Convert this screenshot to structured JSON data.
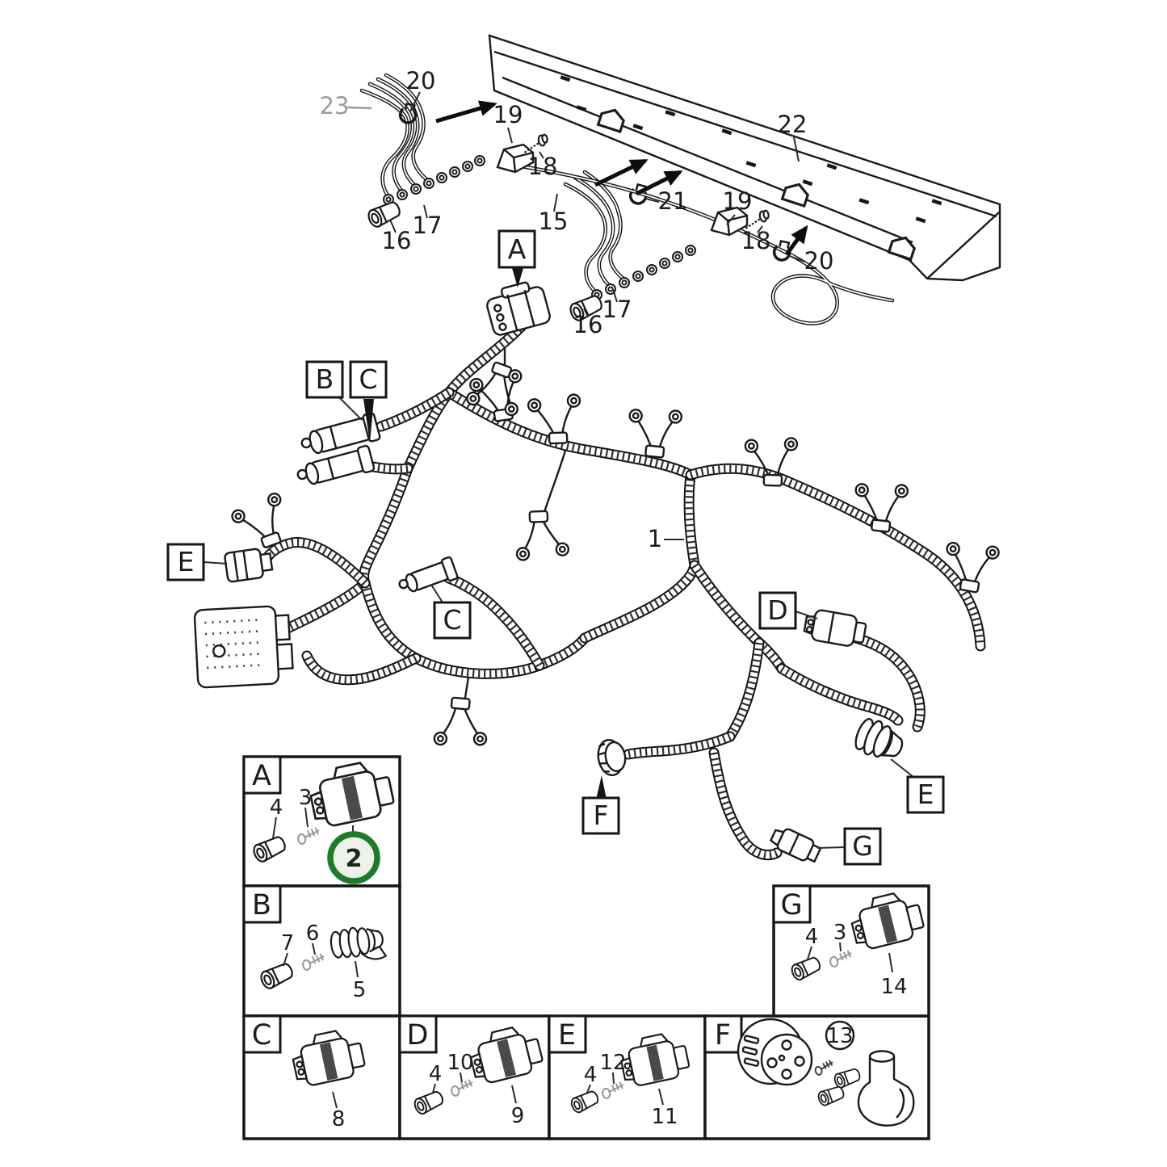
{
  "figure": {
    "type": "exploded-parts-diagram",
    "subject": "Engine cable harness with chassis rail and connector detail panels",
    "background": "#ffffff",
    "line_color": "#1a1a1a"
  },
  "chassis": {
    "rail_label": "22",
    "labels": {
      "clamp_left": "20",
      "loom_gray": "23",
      "bracket_left": "19",
      "bolt_left": "18",
      "pipe": "15",
      "clamp_center": "21",
      "terminal_left": "16",
      "washers_left": "17",
      "terminal_mid": "16",
      "washers_mid": "17",
      "bracket_right": "19",
      "bolt_right": "18",
      "clamp_right": "20"
    }
  },
  "harness": {
    "trunk_label": "1",
    "callouts": {
      "a": "A",
      "b": "B",
      "c_top": "C",
      "c_mid": "C",
      "d": "D",
      "e_left": "E",
      "e_right": "E",
      "f": "F",
      "g": "G"
    }
  },
  "panels": {
    "a": {
      "letter": "A",
      "plug": "4",
      "screw": "3",
      "connector": "2"
    },
    "b": {
      "letter": "B",
      "plug": "7",
      "screw": "6",
      "connector": "5"
    },
    "c": {
      "letter": "C",
      "connector": "8"
    },
    "d": {
      "letter": "D",
      "plug": "4",
      "screw": "10",
      "connector": "9"
    },
    "e": {
      "letter": "E",
      "plug": "4",
      "screw": "12",
      "connector": "11"
    },
    "f": {
      "letter": "F",
      "circled_ref": "13"
    },
    "g": {
      "letter": "G",
      "plug": "4",
      "screw": "3",
      "connector": "14"
    }
  },
  "highlight": {
    "part": "2",
    "ring_color": "#1e7b2a",
    "fill_color": "#edf3ea"
  }
}
